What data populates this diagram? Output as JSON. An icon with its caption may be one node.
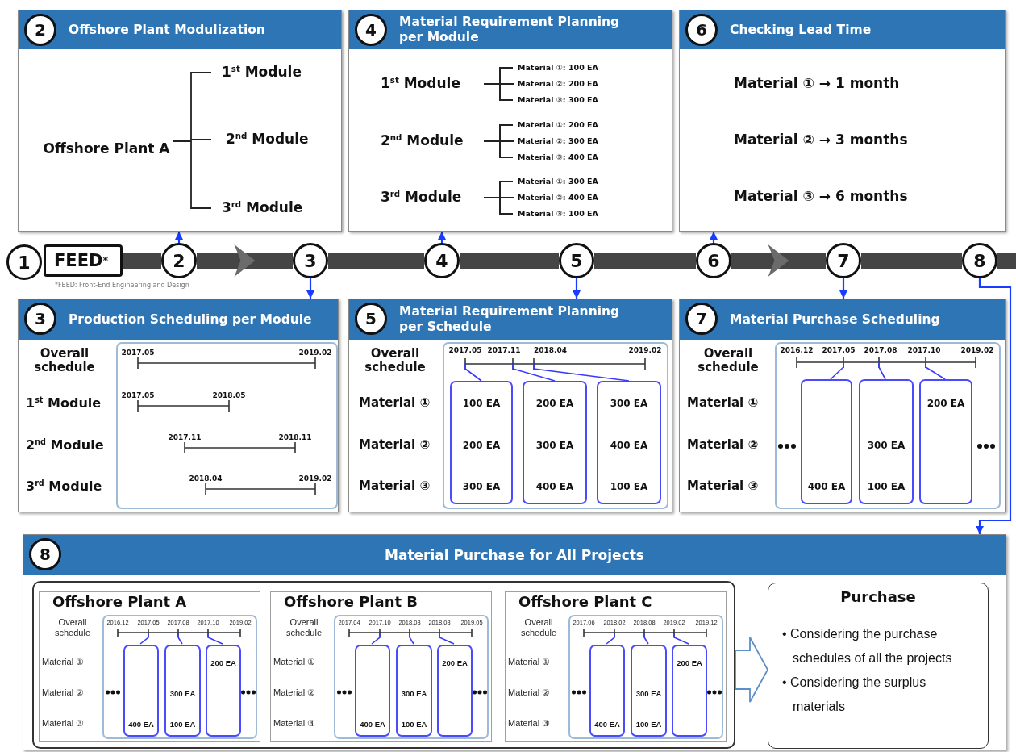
{
  "diagram": {
    "nodes": [
      {
        "text": [
          "1"
        ]
      },
      {
        "text": [
          "FEED$^{*}$"
        ],
        "beside": [
          "*FEED: Front-End Engineering and Design"
        ]
      },
      {
        "text": [
          "2"
        ]
      },
      {
        "text": [
          "3"
        ]
      },
      {
        "text": [
          "4"
        ]
      },
      {
        "text": [
          "5"
        ]
      },
      {
        "text": [
          "6"
        ]
      },
      {
        "text": [
          "7"
        ]
      },
      {
        "text": [
          "8"
        ]
      },
      {
        "text": [
          "Offshore Plant Modulization"
        ]
      },
      {
        "text": [
          "2"
        ],
        "in": 9
      },
      {
        "text": [
          "Material Requirement Planning per Module"
        ]
      },
      {
        "text": [
          "4"
        ],
        "in": 11
      },
      {
        "text": [
          "Checking Lead Time"
        ]
      },
      {
        "text": [
          "6"
        ],
        "in": 13
      },
      {
        "text": [
          "Production Scheduling per Module"
        ]
      },
      {
        "text": [
          "3"
        ],
        "in": 15
      },
      {
        "text": [
          "Material Requirement Planning per Schedule"
        ]
      },
      {
        "text": [
          "5"
        ],
        "in": 17
      },
      {
        "text": [
          "100 EA",
          "200 EA",
          "300 EA"
        ],
        "in": 17,
        "beside": [
          "2017.05"
        ]
      },
      {
        "text": [
          "200 EA",
          "300 EA",
          "400 EA"
        ],
        "in": 17,
        "beside": [
          "2017.11"
        ]
      },
      {
        "text": [
          "300 EA",
          "400 EA",
          "100 EA"
        ],
        "in": 17
      },
      {
        "text": [
          "Material Purchase Scheduling"
        ]
      },
      {
        "text": [
          "7"
        ],
        "in": 22
      },
      {
        "text": [
          "400 EA"
        ],
        "in": 22,
        "beside": [
          "2017.05"
        ]
      },
      {
        "text": [
          "300 EA",
          "100 EA"
        ],
        "in": 22,
        "beside": [
          "2017.08"
        ]
      },
      {
        "text": [
          "200 EA"
        ],
        "in": 22,
        "beside": [
          "2017.10"
        ]
      },
      {
        "text": [
          "Material Purchase for All Projects"
        ]
      },
      {
        "text": [
          "8"
        ],
        "in": 27
      },
      {
        "text": [],
        "shape": "box",
        "in": 27
      },
      {
        "text": [
          "Offshore Plant A"
        ],
        "in": 29
      },
      {
        "text": [
          "400 EA"
        ],
        "in": 30,
        "beside": [
          "2017.05"
        ]
      },
      {
        "text": [
          "300 EA",
          "100 EA"
        ],
        "in": 30,
        "beside": [
          "2017.08"
        ]
      },
      {
        "text": [
          "200 EA"
        ],
        "in": 30,
        "beside": [
          "2017.10"
        ]
      },
      {
        "text": [
          "Offshore Plant B"
        ],
        "in": 29
      },
      {
        "text": [
          "400 EA"
        ],
        "in": 34,
        "beside": [
          "2017.10"
        ]
      },
      {
        "text": [
          "300 EA",
          "100 EA"
        ],
        "in": 34,
        "beside": [
          "2018.03"
        ]
      },
      {
        "text": [
          "200 EA"
        ],
        "in": 34,
        "beside": [
          "2018.08"
        ]
      },
      {
        "text": [
          "Offshore Plant C"
        ],
        "in": 29
      },
      {
        "text": [
          "400 EA"
        ],
        "in": 38,
        "beside": [
          "2018.02"
        ]
      },
      {
        "text": [
          "300 EA",
          "100 EA"
        ],
        "in": 38,
        "beside": [
          "2018.08"
        ]
      },
      {
        "text": [
          "200 EA"
        ],
        "in": 38,
        "beside": [
          "2019.02"
        ]
      },
      {
        "text": [
          "Purchase",
          "• Considering the purchase schedules of all the projects",
          "• Considering the surplus materials"
        ],
        "in": 27
      }
    ],
    "edges": [
      {
        "from": 1,
        "to": 2,
        "arrow": "none"
      },
      {
        "from": 2,
        "to": 3,
        "arrow": "to"
      },
      {
        "from": 3,
        "to": 4,
        "arrow": "none"
      },
      {
        "from": 4,
        "to": 5,
        "arrow": "none"
      },
      {
        "from": 5,
        "to": 6,
        "arrow": "none"
      },
      {
        "from": 6,
        "to": 7,
        "arrow": "to"
      },
      {
        "from": 7,
        "to": 8,
        "arrow": "none"
      },
      {
        "from": 8,
        "to": null,
        "arrow": "none"
      },
      {
        "from": 2,
        "to": 9,
        "arrow": "to",
        "color": "#1a3cff"
      },
      {
        "from": 3,
        "to": 15,
        "arrow": "to",
        "color": "#1a3cff"
      },
      {
        "from": 4,
        "to": 11,
        "arrow": "to",
        "color": "#1a3cff"
      },
      {
        "from": 5,
        "to": 17,
        "arrow": "to",
        "color": "#1a3cff"
      },
      {
        "from": 6,
        "to": 13,
        "arrow": "to",
        "color": "#1a3cff"
      },
      {
        "from": 7,
        "to": 22,
        "arrow": "to",
        "color": "#1a3cff"
      },
      {
        "from": 8,
        "to": 27,
        "arrow": "to",
        "color": "#1a3cff"
      },
      {
        "from": 29,
        "to": 42,
        "arrow": "to",
        "style": "thick",
        "color": "#5b8fc9"
      }
    ],
    "labels": [
      "Offshore Plant A",
      "1$^{st}$ Module",
      "2$^{nd}$ Module",
      "3$^{rd}$ Module",
      "1$^{st}$ Module",
      "Material ①: 100 EA",
      "Material ②: 200 EA",
      "Material ③: 300 EA",
      "2$^{nd}$ Module",
      "Material ①: 200 EA",
      "Material ②: 300 EA",
      "Material ③: 400 EA",
      "3$^{rd}$ Module",
      "Material ①: 300 EA",
      "Material ②: 400 EA",
      "Material ③: 100 EA",
      "Material ① → 1 month",
      "Material ② → 3 months",
      "Material ③ → 6 months",
      "Overall schedule",
      "2017.05",
      "2019.02",
      "1$^{st}$ Module",
      "2017.05",
      "2018.05",
      "2$^{nd}$ Module",
      "2017.11",
      "2018.11",
      "3$^{rd}$ Module",
      "2018.04",
      "2019.02",
      "Overall schedule",
      "2018.04",
      "2019.02",
      "Material ①",
      "Material ②",
      "Material ③",
      "Overall schedule",
      "2016.12",
      "2019.02",
      "Material ①",
      "Material ②",
      "Material ③",
      "Overall schedule",
      "2016.12",
      "2019.02",
      "Material ①",
      "Material ②",
      "Material ③",
      "Overall schedule",
      "2017.04",
      "2019.05",
      "Material ①",
      "Material ②",
      "Material ③",
      "Overall schedule",
      "2017.06",
      "2019.12",
      "Material ①",
      "Material ②",
      "Material ③"
    ]
  }
}
